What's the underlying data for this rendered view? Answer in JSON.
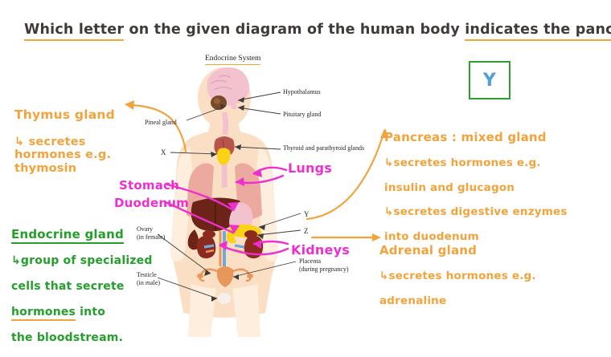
{
  "question": {
    "full": "Which letter on the given diagram of the human body indicates the pancreas?",
    "seg_underline_1": "Which letter",
    "seg_plain_1": " on the given diagram of the human body ",
    "seg_underline_2": "indicates the pancreas?"
  },
  "diagram": {
    "title": "Endocrine System",
    "labels": {
      "hypothalamus": "Hypothalamus",
      "pituitary": "Pituitary gland",
      "pineal": "Pineal gland",
      "thyroid": "Thyroid and parathyroid glands",
      "ovary_line1": "Ovary",
      "ovary_line2": "(in female)",
      "testicle_line1": "Testicle",
      "testicle_line2": "(in male)",
      "placenta_line1": "Placenta",
      "placenta_line2": "(during pregnancy)",
      "letter_x": "X",
      "letter_y": "Y",
      "letter_z": "Z"
    }
  },
  "answer": {
    "letter": "Y",
    "border_color": "#2ca02c",
    "text_color": "#4f9fd8"
  },
  "notes": {
    "thymus": {
      "heading": "Thymus  gland",
      "body": "↳ secretes\n   hormones e.g.\n   thymosin",
      "color": "#f2a33c"
    },
    "endocrine": {
      "heading": "Endocrine gland",
      "line1": "↳group of specialized",
      "line2": "cells  that secrete",
      "line3_a": "hormones",
      "line3_b": " into",
      "line4": "the bloodstream.",
      "color": "#22a02a",
      "underline_color": "#f2a33c"
    },
    "pancreas": {
      "heading": "Pancreas : mixed gland",
      "line1": "↳secretes hormones e.g.",
      "line2": "   insulin and glucagon",
      "line3": "↳secretes digestive enzymes",
      "line4": "   into duodenum",
      "color": "#f2a33c"
    },
    "adrenal": {
      "heading": "Adrenal gland",
      "line1": "↳secretes hormones e.g.",
      "line2": "  adrenaline",
      "color": "#f2a33c"
    }
  },
  "organ_labels": {
    "stomach": "Stomach",
    "duodenum": "Duodenum",
    "lungs": "Lungs",
    "kidneys": "Kidneys",
    "color": "#ee2fd0"
  },
  "colors": {
    "skin": "#fbdfc4",
    "skin_light": "#fdeedd",
    "brain": "#f2c3cf",
    "lung": "#eba9a0",
    "liver": "#6d2418",
    "pancreas": "#fcd217",
    "thyroid": "#b8554a",
    "pineal": "#7a4a28",
    "kidney": "#8d2a20",
    "uterus": "#e8975a",
    "vessel_blue": "#6fa8dc",
    "accent_orange": "#f2a33c",
    "ink": "#3f3b39"
  }
}
